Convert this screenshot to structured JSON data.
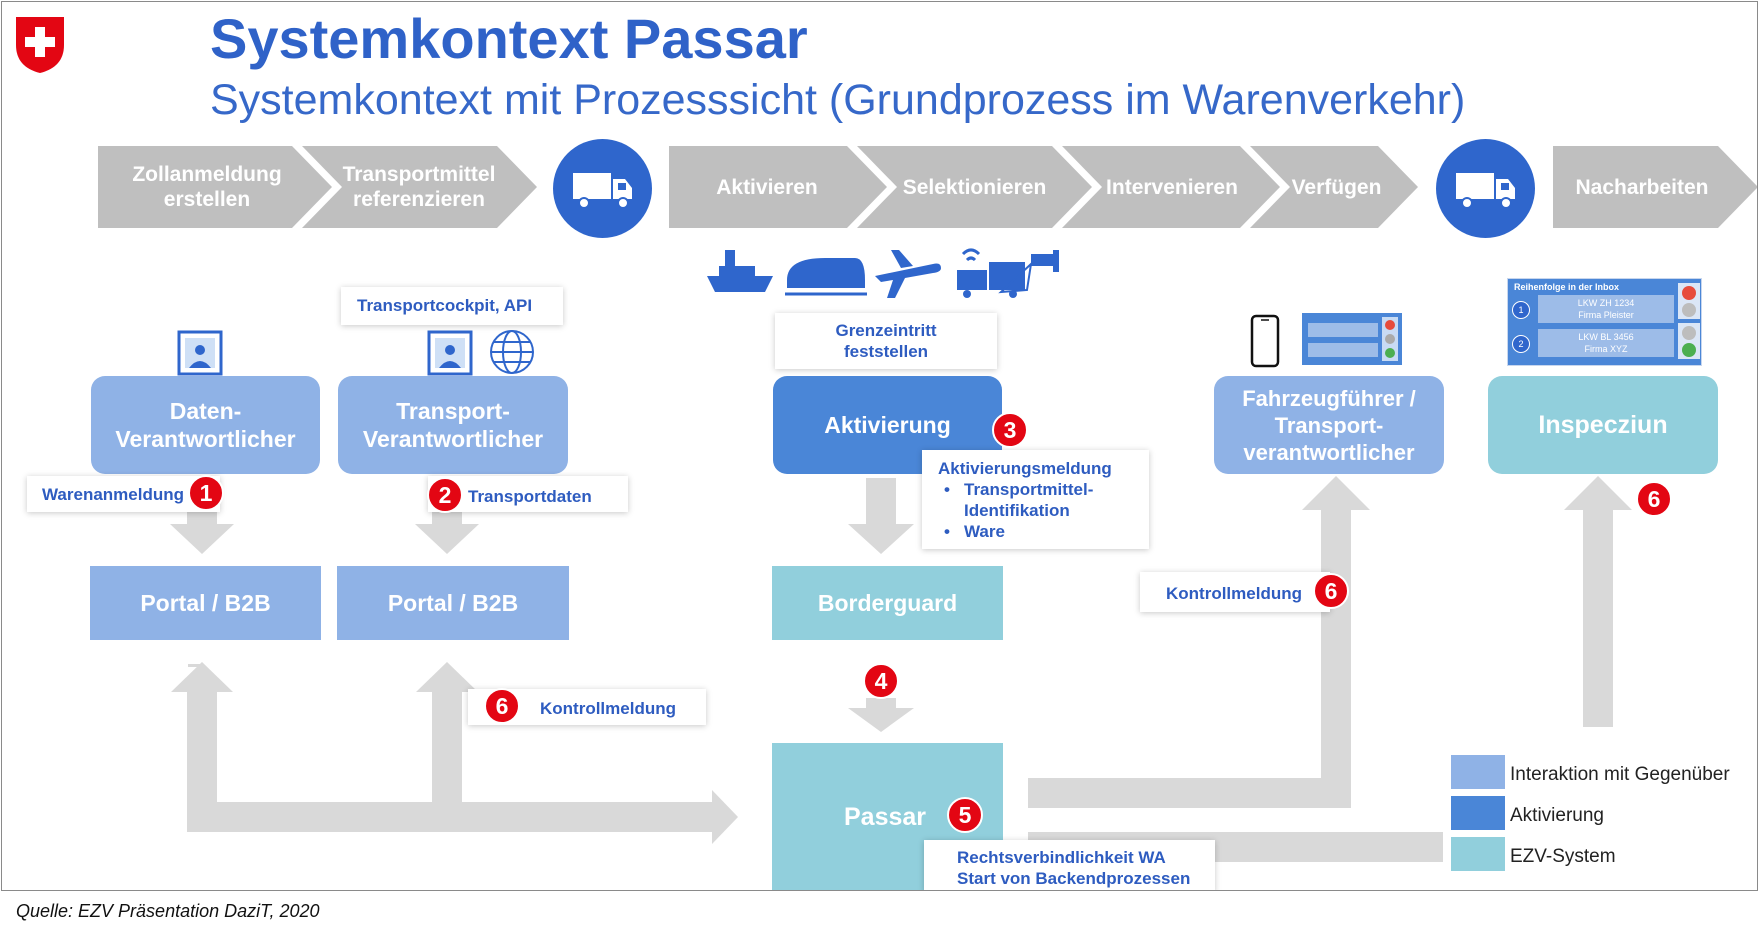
{
  "header": {
    "title": "Systemkontext Passar",
    "subtitle": "Systemkontext mit Prozesssicht (Grundprozess im Warenverkehr)"
  },
  "process_steps": [
    {
      "label": "Zollanmeldung erstellen"
    },
    {
      "label": "Transportmittel referenzieren"
    },
    {
      "label": "Aktivieren"
    },
    {
      "label": "Selektionieren"
    },
    {
      "label": "Intervenieren"
    },
    {
      "label": "Verfügen"
    },
    {
      "label": "Nacharbeiten"
    }
  ],
  "actors": {
    "daten": "Daten-Verantwortlicher",
    "transport": "Transport-Verantwortlicher",
    "aktivierung": "Aktivierung",
    "fahrzeug": "Fahrzeugführer / Transport-verantwortlicher",
    "inspeczium": "Inspecziun"
  },
  "systems": {
    "portal1": "Portal / B2B",
    "portal2": "Portal / B2B",
    "borderguard": "Borderguard",
    "passar": "Passar"
  },
  "callouts": {
    "transportcockpit": "Transportcockpit, API",
    "grenzeintritt": "Grenzeintritt feststellen",
    "warenanmeldung": "Warenanmeldung",
    "transportdaten": "Transportdaten",
    "aktivierungsmeldung_title": "Aktivierungsmeldung",
    "aktivierungsmeldung_items": [
      "Transportmittel-Identifikation",
      "Ware"
    ],
    "kontrollmeldung_left": "Kontrollmeldung",
    "kontrollmeldung_right": "Kontrollmeldung",
    "rechtsverbindlichkeit_line1": "Rechtsverbindlichkeit WA",
    "rechtsverbindlichkeit_line2": "Start von Backendprozessen"
  },
  "badges": {
    "b1": "1",
    "b2": "2",
    "b3": "3",
    "b4": "4",
    "b5": "5",
    "b6_left": "6",
    "b6_mid": "6",
    "b6_right": "6"
  },
  "inbox": {
    "title": "Reihenfolge in der Inbox",
    "rows": [
      {
        "num": "1",
        "line1": "LKW ZH 1234",
        "line2": "Firma Pleister"
      },
      {
        "num": "2",
        "line1": "LKW BL 3456",
        "line2": "Firma XYZ"
      }
    ]
  },
  "legend": [
    {
      "label": "Interaktion mit Gegenüber",
      "color": "#8fb2e6"
    },
    {
      "label": "Aktivierung",
      "color": "#4a86d7"
    },
    {
      "label": "EZV-System",
      "color": "#91cfdc"
    }
  ],
  "icons": [
    "swiss-cross-icon",
    "truck-icon",
    "ship-icon",
    "train-icon",
    "airplane-icon",
    "connected-truck-icon",
    "camera-icon",
    "user-screen-icon",
    "globe-icon",
    "smartphone-icon",
    "traffic-light-icon"
  ],
  "colors": {
    "accent_blue": "#2f62c8",
    "chevron_grey": "#bfbfbf",
    "badge_red": "#e30613",
    "arrow_grey": "#d9d9d9"
  },
  "source": "Quelle: EZV Präsentation DaziT, 2020"
}
